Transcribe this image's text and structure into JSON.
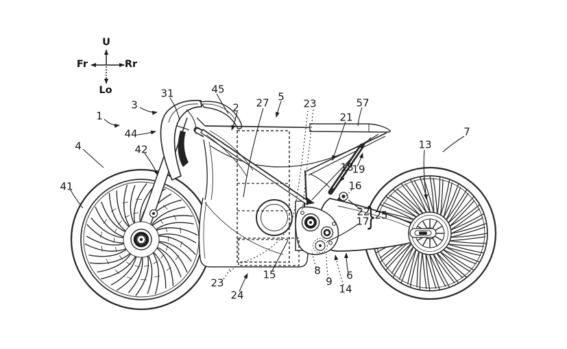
{
  "figure": {
    "type": "patent-line-drawing",
    "subject": "Electric motorcycle side elevation patent drawing",
    "compass": {
      "up": "U",
      "down": "Lo",
      "front": "Fr",
      "rear": "Rr"
    },
    "brace": "}",
    "labels": [
      {
        "ref": "1"
      },
      {
        "ref": "3"
      },
      {
        "ref": "31"
      },
      {
        "ref": "45"
      },
      {
        "ref": "44"
      },
      {
        "ref": "4"
      },
      {
        "ref": "42"
      },
      {
        "ref": "41"
      },
      {
        "ref": "2"
      },
      {
        "ref": "27"
      },
      {
        "ref": "5"
      },
      {
        "ref": "23"
      },
      {
        "ref": "57"
      },
      {
        "ref": "21"
      },
      {
        "ref": "7"
      },
      {
        "ref": "13"
      },
      {
        "ref": "18"
      },
      {
        "ref": "19"
      },
      {
        "ref": "16"
      },
      {
        "ref": "22"
      },
      {
        "ref": "17"
      },
      {
        "ref": "25"
      },
      {
        "ref": "8"
      },
      {
        "ref": "9"
      },
      {
        "ref": "14"
      },
      {
        "ref": "6"
      },
      {
        "ref": "15"
      },
      {
        "ref": "23"
      },
      {
        "ref": "24"
      }
    ],
    "ink_color": "#2b2b2b",
    "background_color": "#ffffff"
  }
}
